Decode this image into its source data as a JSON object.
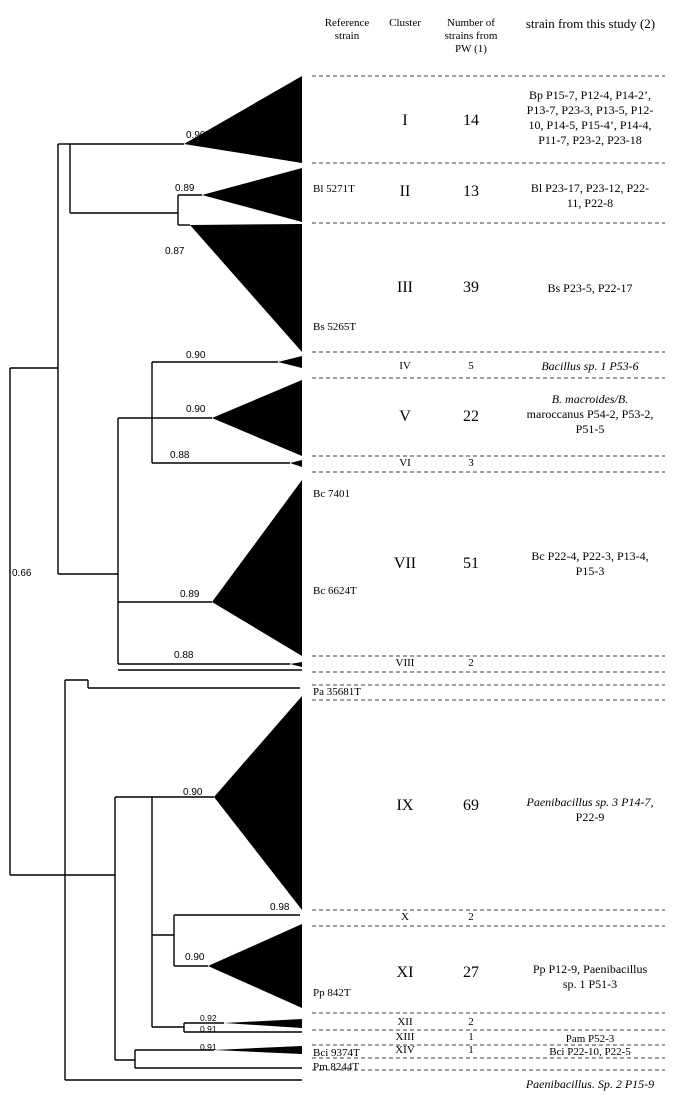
{
  "headers": {
    "reference_strain": "Reference strain",
    "cluster": "Cluster",
    "number": "Number of strains from PW (1)",
    "study": "strain from this study (2)"
  },
  "support_values": [
    "0.90",
    "0.89",
    "0.87",
    "0.90",
    "0.90",
    "0.88",
    "0.89",
    "0.88",
    "0.66",
    "0.90",
    "0.98",
    "0.90",
    "0.92",
    "0.91",
    "0.91"
  ],
  "reference_strains": [
    "Bl 5271T",
    "Bs 5265T",
    "Bc 7401",
    "Bc 6624T",
    "Pa 35681T",
    "Pp 842T",
    "Bci 9374T",
    "Pm 8244T"
  ],
  "clusters": [
    {
      "id": "I",
      "count": "14",
      "strains": [
        "Bp P15-7, P12-4, P14-2’,",
        "P13-7, P23-3, P13-5, P12-",
        "10, P14-5, P15-4’, P14-4,",
        "P11-7, P23-2, P23-18"
      ]
    },
    {
      "id": "II",
      "count": "13",
      "strains": [
        "Bl P23-17, P23-12, P22-",
        "11, P22-8"
      ]
    },
    {
      "id": "III",
      "count": "39",
      "strains": [
        "Bs P23-5, P22-17"
      ]
    },
    {
      "id": "IV",
      "count": "5",
      "strains": [
        "Bacillus sp. 1 P53-6"
      ]
    },
    {
      "id": "V",
      "count": "22",
      "strains": [
        "B. macroides/B.",
        "maroccanus P54-2, P53-2,",
        "P51-5"
      ]
    },
    {
      "id": "VI",
      "count": "3",
      "strains": []
    },
    {
      "id": "VII",
      "count": "51",
      "strains": [
        "Bc P22-4, P22-3, P13-4,",
        "P15-3"
      ]
    },
    {
      "id": "VIII",
      "count": "2",
      "strains": []
    },
    {
      "id": "IX",
      "count": "69",
      "strains": [
        "Paenibacillus sp. 3 P14-7,",
        "P22-9"
      ]
    },
    {
      "id": "X",
      "count": "2",
      "strains": []
    },
    {
      "id": "XI",
      "count": "27",
      "strains": [
        "Pp P12-9, Paenibacillus",
        "sp. 1 P51-3"
      ]
    },
    {
      "id": "XII",
      "count": "2",
      "strains": []
    },
    {
      "id": "XIII",
      "count": "1",
      "strains": [
        "Pam P52-3"
      ]
    },
    {
      "id": "XIV",
      "count": "1",
      "strains": [
        "Bci P22-10, P22-5"
      ]
    }
  ],
  "extra_strain": "Paenibacillus. Sp. 2 P15-9"
}
